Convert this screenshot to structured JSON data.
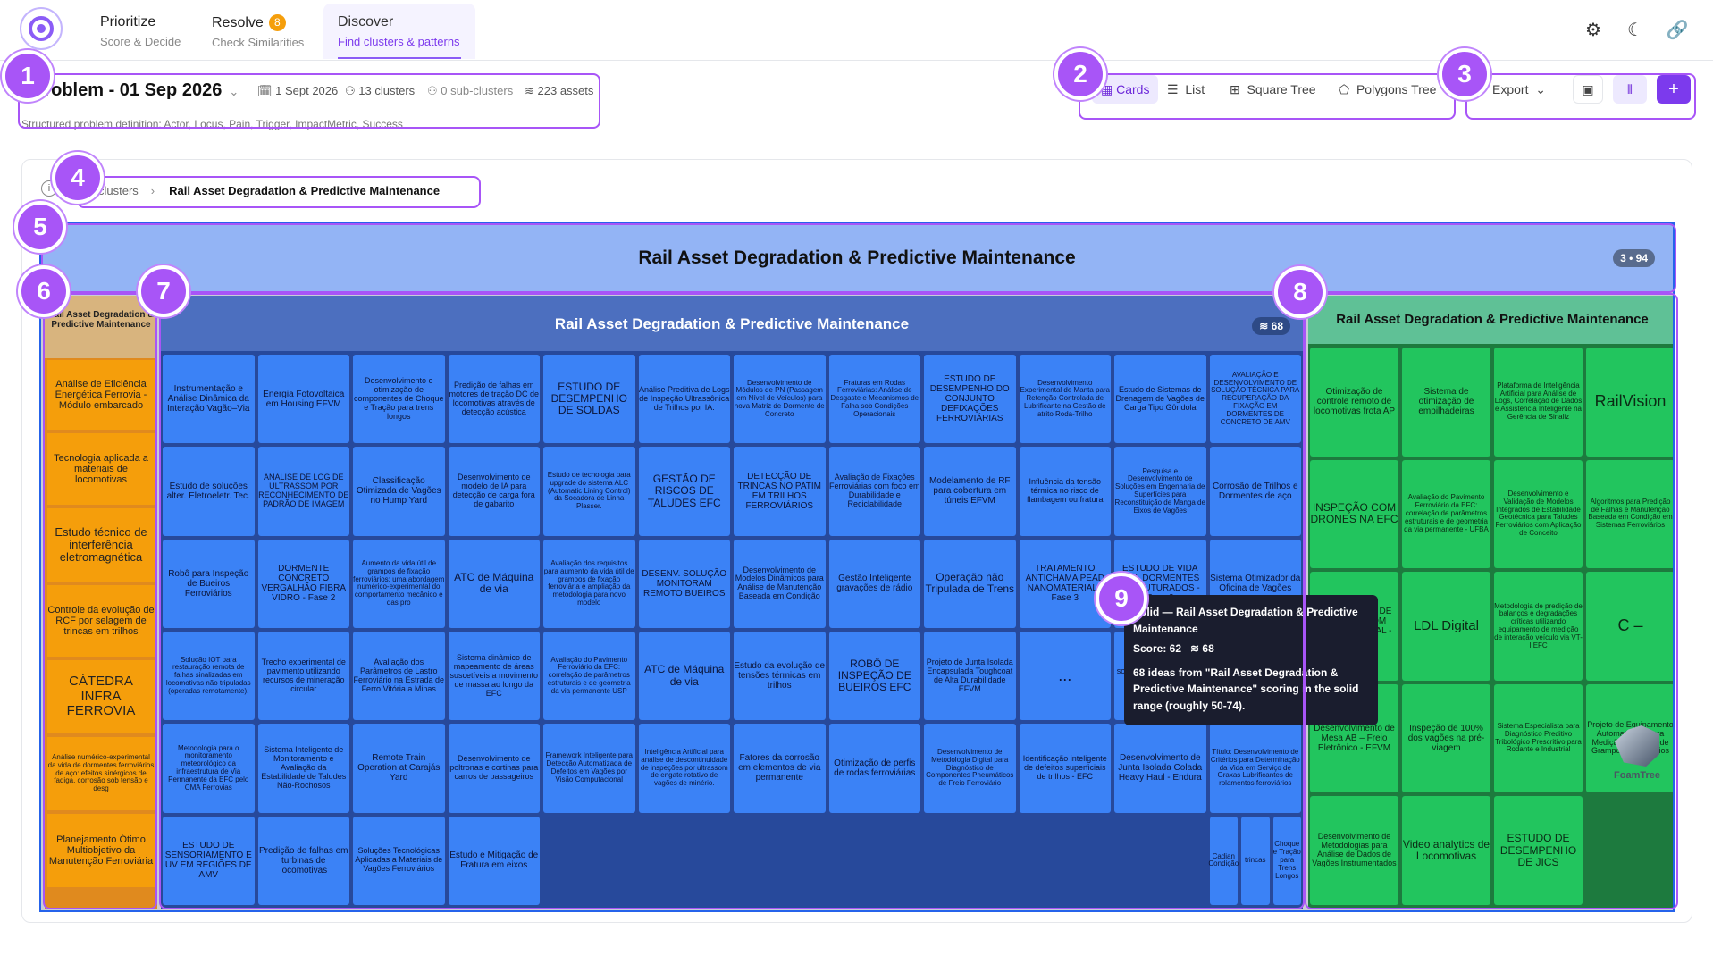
{
  "nav": {
    "tabs": [
      {
        "title": "Prioritize",
        "sub": "Score & Decide"
      },
      {
        "title": "Resolve",
        "sub": "Check Similarities",
        "badge": "8"
      },
      {
        "title": "Discover",
        "sub": "Find clusters & patterns"
      }
    ],
    "icons": [
      "gear-icon",
      "moon-icon",
      "link-icon"
    ]
  },
  "header": {
    "title": "Problem - 01 Sep 2026",
    "date": "1 Sept 2026",
    "clusters": "13 clusters",
    "subclusters": "0 sub-clusters",
    "assets": "223 assets",
    "description": "Structured problem definition: Actor, Locus, Pain, Trigger, ImpactMetric, Success",
    "views": [
      "Cards",
      "List",
      "Square Tree",
      "Polygons Tree"
    ],
    "export": "Export"
  },
  "markers": [
    "1",
    "2",
    "3",
    "4",
    "5",
    "6",
    "7",
    "8",
    "9"
  ],
  "breadcrumb": {
    "root": "clusters",
    "current": "Rail Asset Degradation & Predictive Maintenance"
  },
  "treemap": {
    "root_title": "Rail Asset Degradation & Predictive Maintenance",
    "root_badge": "3 • 94",
    "left": {
      "title": "Rail Asset Degradation & Predictive Maintenance",
      "items": [
        "Análise de Eficiência Energética Ferrovia - Módulo embarcado",
        "Tecnologia aplicada a materiais de locomotivas",
        "Estudo técnico de interferência eletromagnética",
        "Controle da evolução de RCF por selagem de trincas em trilhos",
        "CÁTEDRA INFRA FERROVIA",
        "Análise numérico-experimental da vida de dormentes ferroviários de aço: efeitos sinérgicos de fadiga, corrosão sob tensão e desg",
        "Planejamento Ótimo Multiobjetivo da Manutenção Ferroviária"
      ]
    },
    "blue": {
      "title": "Rail Asset Degradation & Predictive Maintenance",
      "badge": "68",
      "items": [
        "Instrumentação e Análise Dinâmica da Interação Vagão–Via",
        "Energia Fotovoltaica em Housing EFVM",
        "Desenvolvimento e otimização de componentes de Choque e Tração para trens longos",
        "Predição de falhas em motores de tração DC de locomotivas através de detecção acústica",
        "ESTUDO DE DESEMPENHO DE SOLDAS",
        "Análise Preditiva de Logs de Inspeção Ultrassônica de Trilhos por IA.",
        "Desenvolvimento de Módulos de PN (Passagem em Nível de Veículos) para nova Matriz de Dormente de Concreto",
        "Fraturas em Rodas Ferroviárias: Análise de Desgaste e Mecanismos de Falha sob Condições Operacionais",
        "ESTUDO DE DESEMPENHO DO CONJUNTO DEFIXAÇÕES FERROVIÁRIAS",
        "Desenvolvimento Experimental de Manta para Retenção Controlada de Lubrificante na Gestão de atrito Roda-Trilho",
        "Estudo de Sistemas de Drenagem de Vagões de Carga Tipo Gôndola",
        "AVALIAÇÃO E DESENVOLVIMENTO DE SOLUÇÃO TÉCNICA PARA RECUPERAÇÃO DA FIXAÇÃO EM DORMENTES DE CONCRETO DE AMV",
        "Estudo de soluções alter. Eletroeletr. Tec.",
        "ANÁLISE DE LOG DE ULTRASSOM POR RECONHECIMENTO DE PADRÃO DE IMAGEM",
        "Classificação Otimizada de Vagões no Hump Yard",
        "Desenvolvimento de modelo de IA para detecção de carga fora de gabarito",
        "Estudo de tecnologia para upgrade do sistema ALC (Automatic Lining Control) da Socadora de Linha Plasser.",
        "GESTÃO DE RISCOS DE TALUDES EFC",
        "DETECÇÃO DE TRINCAS NO PATIM EM TRILHOS FERROVIÁRIOS",
        "Avaliação de Fixações Ferroviárias com foco em Durabilidade e Reciclabilidade",
        "Modelamento de RF para cobertura em túneis EFVM",
        "Influência da tensão térmica no risco de flambagem ou fratura",
        "Pesquisa e Desenvolvimento de Soluções em Engenharia de Superfícies para Reconstituição de Manga de Eixos de Vagões",
        "Corrosão de Trilhos e Dormentes de aço",
        "Robô para Inspeção de Bueiros Ferroviários",
        "DORMENTE CONCRETO VERGALHÃO FIBRA VIDRO - Fase 2",
        "Aumento da vida útil de grampos de fixação ferroviários: uma abordagem numérico-experimental do comportamento mecânico e das pro",
        "ATC de Máquina de via",
        "Avaliação dos requisitos para aumento da vida útil de grampos de fixação ferroviária e ampliação da metodologia para novo modelo",
        "DESENV. SOLUÇÃO MONITORAM REMOTO BUEIROS",
        "Desenvolvimento de Modelos Dinâmicos para Análise de Manutenção Baseada em Condição",
        "Gestão Inteligente gravações de rádio",
        "Operação não Tripulada de Trens",
        "TRATAMENTO ANTICHAMA PEAD NANOMATERIAL - Fase 3",
        "ESTUDO DE VIDA ÚTIL DORMENTES ESTRUTURADOS - Fase 2",
        "Sistema Otimizador da Oficina de Vagões",
        "Solução IOT para restauração remota de falhas sinalizadas em locomotivas não tripuladas (operadas remotamente).",
        "Trecho experimental de pavimento utilizando recursos de mineração circular",
        "Avaliação dos Parâmetros de Lastro Ferroviário na Estrada de Ferro Vitória a Minas",
        "Sistema dinâmico de mapeamento de áreas suscetíveis a movimento de massa ao longo da EFC",
        "Avaliação do Pavimento Ferroviário da EFC: correlação de parâmetros estruturais e de geometria da via permanente USP",
        "ATC de Máquina de via",
        "Estudo da evolução de tensões térmicas em trilhos",
        "ROBÔ DE INSPEÇÃO DE BUEIROS EFC",
        "Projeto de Junta Isolada Encapsulada Toughcoat de Alta Durabilidade EFVM",
        "...",
        "Desenvolvimento de solução para otimização do processo de ultrassom de trilhos.",
        "Homologação de Medidor de perfil de rodas (Waysides)",
        "Metodologia para o monitoramento meteorológico da infraestrutura de Via Permanente da EFC pelo CMA Ferrovias",
        "Sistema Inteligente de Monitoramento e Avaliação da Estabilidade de Taludes Não-Rochosos",
        "Remote Train Operation at Carajás Yard",
        "Desenvolvimento de poltronas e cortinas para carros de passageiros",
        "Framework Inteligente para Detecção Automatizada de Defeitos em Vagões por Visão Computacional",
        "Inteligência Artificial para análise de descontinuidade de inspeções por ultrassom de engate rotativo de vagões de minério.",
        "Fatores da corrosão em elementos de via permanente",
        "Otimização de perfis de rodas ferroviárias",
        "Desenvolvimento de Metodologia Digital para Diagnóstico de Componentes Pneumáticos de Freio Ferroviário",
        "Identificação inteligente de defeitos superficiais de trilhos - EFC",
        "Desenvolvimento de Junta Isolada Colada Heavy Haul - Endura",
        "Título: Desenvolvimento de Critérios para Determinação da Vida em Serviço de Graxas Lubrificantes de rolamentos ferroviários",
        "ESTUDO DE SENSORIAMENTO E UV EM REGIÕES DE AMV",
        "Predição de falhas em turbinas de locomotivas",
        "Soluções Tecnológicas Aplicadas a Materiais de Vagões Ferroviários",
        "Estudo e Mitigação de Fratura em eixos",
        "Cadian Condição",
        "trincas",
        "Choque e Tração para Trens Longos"
      ]
    },
    "green": {
      "title": "Rail Asset Degradation & Predictive Maintenance",
      "items": [
        "Otimização de controle remoto de locomotivas frota AP",
        "Sistema de otimização de empilhadeiras",
        "Plataforma de Inteligência Artificial para Análise de Logs, Correlação de Dados e Assistência Inteligente na Gerência de Sinaliz",
        "RailVision",
        "INSPEÇÃO COM DRONES NA EFC",
        "Avaliação do Pavimento Ferroviário da EFC: correlação de parâmetros estruturais e de geometria da via permanente - UFBA",
        "Desenvolvimento e Validação de Modelos Integrados de Estabilidade Geotécnica para Taludes Ferroviários com Aplicação de Conceito",
        "Algoritmos para Predição de Falhas e Manutenção Baseada em Condição em Sistemas Ferroviários",
        "TRATAMENTO DE TALUDES COM NANOMATERIAL - Fase 2",
        "LDL Digital",
        "Metodologia de predição de balanços e degradações críticas utilizando equipamento de medição de interação veículo via VT-I EFC",
        "C –",
        "Desenvolvimento de Mesa AB – Freio Eletrônico - EFVM",
        "Inspeção de 100% dos vagões na pré-viagem",
        "Sistema Especialista para Diagnóstico Preditivo Tribológico Prescritivo para Rodante e Industrial",
        "Projeto de Equipamento Automatizado para Medição de Carga de Grampos Ferroviários",
        "Desenvolvimento de Metodologias para Análise de Dados de Vagões Instrumentados",
        "Video analytics de Locomotivas",
        "ESTUDO DE DESEMPENHO DE JICS"
      ]
    }
  },
  "tooltip": {
    "title": "Solid — Rail Asset Degradation & Predictive Maintenance",
    "score": "Score: 62",
    "count": "68",
    "body": "68 ideas from \"Rail Asset Degradation & Predictive Maintenance\" scoring in the solid range (roughly 50-74)."
  },
  "watermark": "FoamTree"
}
